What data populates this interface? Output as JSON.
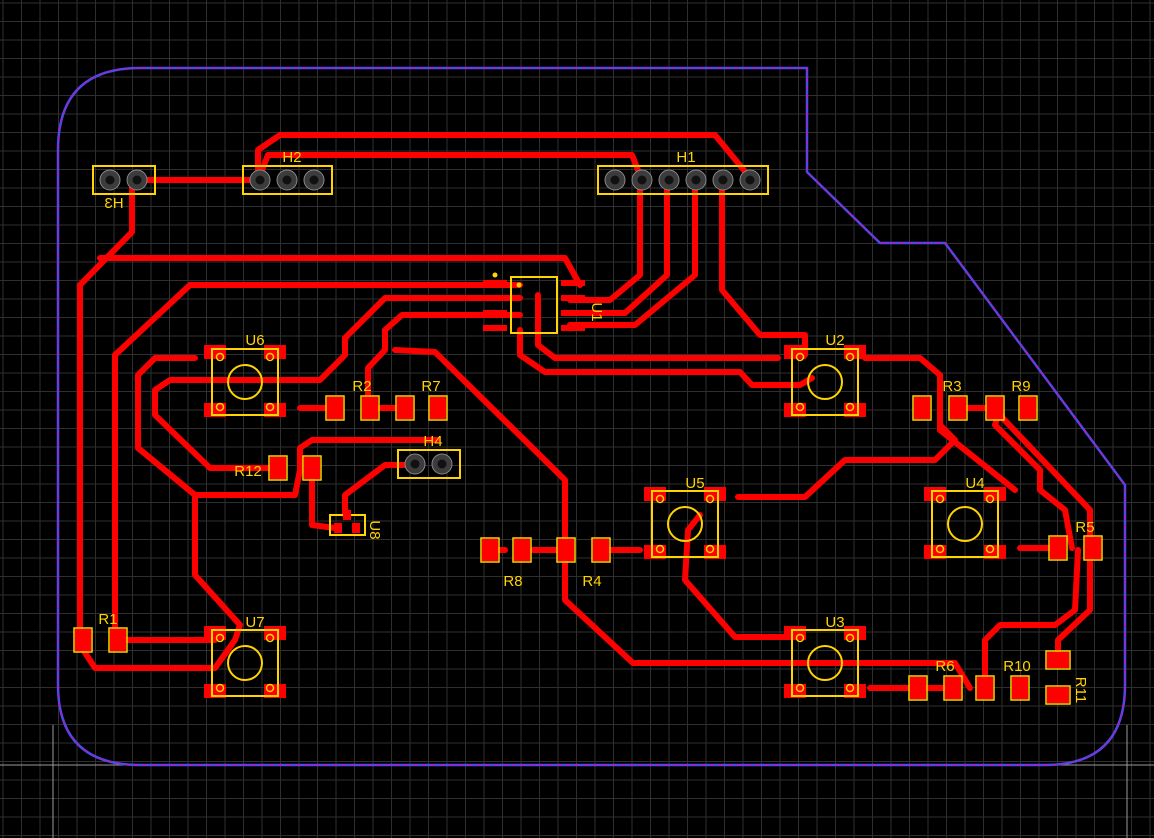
{
  "canvas": {
    "background": "#000000",
    "grid_color": "#2f2f2f",
    "grid_color_major": "#4a4a4a"
  },
  "colors": {
    "trace": "#ff0000",
    "silkscreen": "#ffd400",
    "outline": "#c21a9a",
    "outline_inner": "#3a4fff",
    "pad_hole": "#3c3c3c"
  },
  "components": {
    "H1": "H1",
    "H2": "H2",
    "H3": "H3",
    "H4": "H4",
    "U1": "U1",
    "U2": "U2",
    "U3": "U3",
    "U4": "U4",
    "U5": "U5",
    "U6": "U6",
    "U7": "U7",
    "U8": "U8",
    "R1": "R1",
    "R2": "R2",
    "R3": "R3",
    "R4": "R4",
    "R5": "R5",
    "R6": "R6",
    "R7": "R7",
    "R8": "R8",
    "R9": "R9",
    "R10": "R10",
    "R11": "R11",
    "R12": "R12"
  }
}
